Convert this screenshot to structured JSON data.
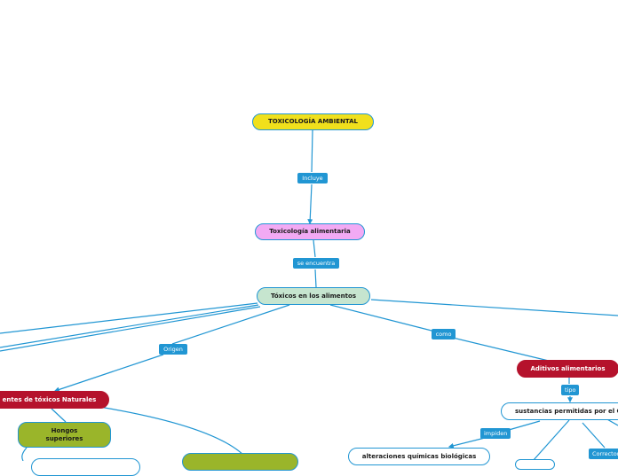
{
  "colors": {
    "connector": "#2196d3",
    "root_fill": "#f0e01c",
    "topic_fill": "#f2aaf4",
    "central_fill": "#c6e5cf",
    "category_fill": "#b5122c",
    "green_fill": "#9ab52a",
    "plain_fill": "#ffffff",
    "label_fill": "#2196d3"
  },
  "nodes": {
    "root": "TOXICOLOGÍA AMBIENTAL",
    "topic": "Toxicología alimentaria",
    "central": "Tóxicos en los alimentos",
    "natural_sources": "entes de  tóxicos Naturales",
    "fungi": [
      "Hongos",
      "superiores"
    ],
    "partial_green": "",
    "additives": "Aditivos alimentarios",
    "permitted": "sustancias permitidas por el C",
    "alterations": "alteraciones químicas biológicas"
  },
  "labels": {
    "includes": "Incluye",
    "found_in": "se encuentra",
    "origin": "Origen",
    "as": "como",
    "type": "tipo",
    "prevent": "impiden",
    "correctors": "Correctore"
  }
}
